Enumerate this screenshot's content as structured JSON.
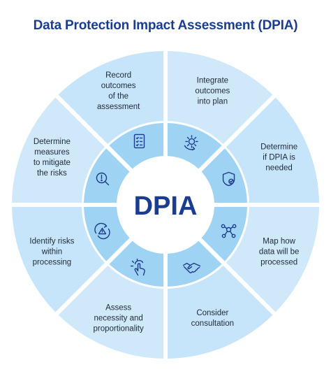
{
  "title": "Data Protection Impact Assessment (DPIA)",
  "center_label": "DPIA",
  "colors": {
    "title": "#1b3d8f",
    "outer_segment": "#cfe9fb",
    "outer_segment_alt": "#c6e5fa",
    "inner_ring": "#9fd3f4",
    "center_fill": "#ffffff",
    "icon": "#1e3a8a",
    "text": "#1f2937"
  },
  "segments": [
    {
      "label_lines": [
        "Integrate",
        "outcomes",
        "into plan"
      ],
      "icon": "gear-refresh-icon"
    },
    {
      "label_lines": [
        "Determine",
        "if DPIA is",
        "needed"
      ],
      "icon": "shield-check-icon"
    },
    {
      "label_lines": [
        "Map how",
        "data will be",
        "processed"
      ],
      "icon": "network-map-icon"
    },
    {
      "label_lines": [
        "Consider",
        "consultation"
      ],
      "icon": "handshake-icon"
    },
    {
      "label_lines": [
        "Assess",
        "necessity and",
        "proportionality"
      ],
      "icon": "tap-gesture-icon"
    },
    {
      "label_lines": [
        "Identify risks",
        "within",
        "processing"
      ],
      "icon": "risk-warning-icon"
    },
    {
      "label_lines": [
        "Determine",
        "measures",
        "to mitigate",
        "the risks"
      ],
      "icon": "magnifier-alert-icon"
    },
    {
      "label_lines": [
        "Record",
        "outcomes",
        "of the",
        "assessment"
      ],
      "icon": "checklist-icon"
    }
  ]
}
